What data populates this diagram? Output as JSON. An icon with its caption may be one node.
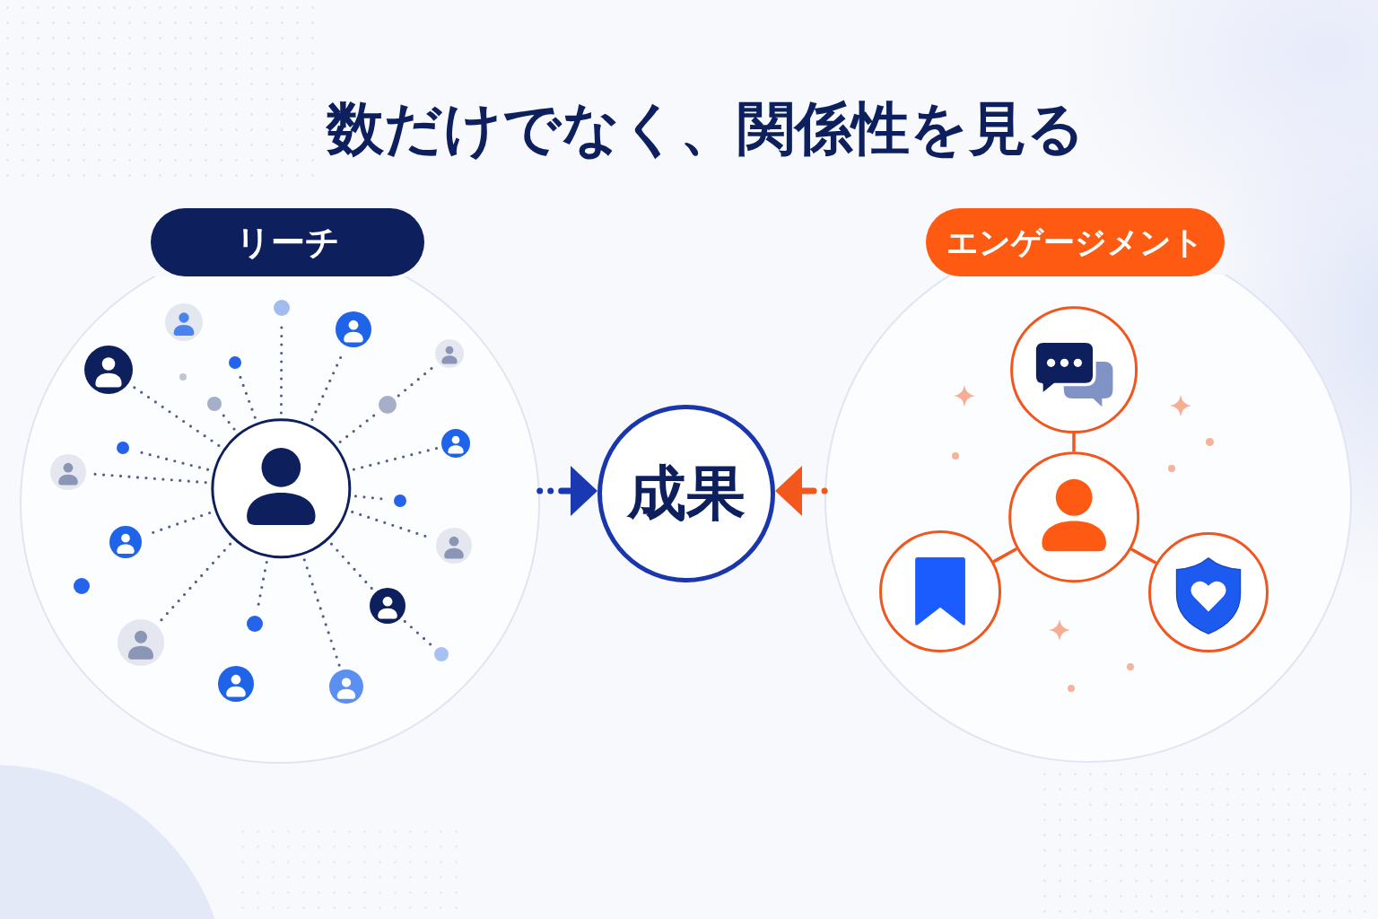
{
  "diagram": {
    "title": "数だけでなく、関係性を見る",
    "nodes": [
      {
        "text": [
          "リーチ"
        ]
      },
      {
        "text": [],
        "shape": "person",
        "in": 0
      },
      {
        "text": [],
        "shape": "circle",
        "in": 0
      },
      {
        "text": [],
        "shape": "person",
        "in": 0
      },
      {
        "text": [],
        "shape": "person",
        "in": 0
      },
      {
        "text": [],
        "shape": "person",
        "in": 0
      },
      {
        "text": [],
        "shape": "circle",
        "in": 0
      },
      {
        "text": [],
        "shape": "person",
        "in": 0
      },
      {
        "text": [],
        "shape": "circle",
        "in": 0
      },
      {
        "text": [],
        "shape": "circle",
        "in": 0
      },
      {
        "text": [],
        "shape": "circle",
        "in": 0
      },
      {
        "text": [],
        "shape": "person",
        "in": 0
      },
      {
        "text": [],
        "shape": "circle",
        "in": 0
      },
      {
        "text": [],
        "shape": "person",
        "in": 0
      },
      {
        "text": [],
        "shape": "circle",
        "in": 0
      },
      {
        "text": [],
        "shape": "person",
        "in": 0
      },
      {
        "text": [],
        "shape": "person",
        "in": 0
      },
      {
        "text": [],
        "shape": "circle",
        "in": 0
      },
      {
        "text": [],
        "shape": "person",
        "in": 0
      },
      {
        "text": [],
        "shape": "circle",
        "in": 0
      },
      {
        "text": [],
        "shape": "person",
        "in": 0
      },
      {
        "text": [],
        "shape": "circle",
        "in": 0
      },
      {
        "text": [],
        "shape": "person",
        "in": 0
      },
      {
        "text": [],
        "shape": "person",
        "in": 0
      },
      {
        "text": [
          "成果"
        ]
      },
      {
        "text": [
          "エンゲージメント"
        ]
      },
      {
        "text": [],
        "shape": "chat",
        "in": 25
      },
      {
        "text": [],
        "shape": "person",
        "in": 25
      },
      {
        "text": [],
        "shape": "bookmark",
        "in": 25
      },
      {
        "text": [],
        "shape": "shield",
        "in": 25
      }
    ],
    "edges": [
      {
        "from": 1,
        "to": 7,
        "arrow": "none",
        "style": "dashed"
      },
      {
        "from": 1,
        "to": 6,
        "arrow": "none",
        "style": "dashed"
      },
      {
        "from": 1,
        "to": 9,
        "arrow": "none",
        "style": "dashed"
      },
      {
        "from": 1,
        "to": 2,
        "arrow": "none",
        "style": "dashed"
      },
      {
        "from": 1,
        "to": 4,
        "arrow": "none",
        "style": "dashed"
      },
      {
        "from": 1,
        "to": 10,
        "arrow": "none",
        "style": "dashed"
      },
      {
        "from": 10,
        "to": 5,
        "arrow": "none",
        "style": "dashed"
      },
      {
        "from": 1,
        "to": 12,
        "arrow": "none",
        "style": "dashed"
      },
      {
        "from": 1,
        "to": 11,
        "arrow": "none",
        "style": "dashed"
      },
      {
        "from": 1,
        "to": 13,
        "arrow": "none",
        "style": "dashed"
      },
      {
        "from": 1,
        "to": 14,
        "arrow": "none",
        "style": "dashed"
      },
      {
        "from": 1,
        "to": 15,
        "arrow": "none",
        "style": "dashed"
      },
      {
        "from": 1,
        "to": 16,
        "arrow": "none",
        "style": "dashed"
      },
      {
        "from": 1,
        "to": 18,
        "arrow": "none",
        "style": "dashed"
      },
      {
        "from": 18,
        "to": 21,
        "arrow": "none",
        "style": "dashed"
      },
      {
        "from": 1,
        "to": 19,
        "arrow": "none",
        "style": "dashed"
      },
      {
        "from": 1,
        "to": 20,
        "arrow": "none",
        "style": "dashed"
      },
      {
        "from": 1,
        "to": 23,
        "arrow": "none",
        "style": "dashed"
      },
      {
        "from": 0,
        "to": 24,
        "arrow": "to",
        "style": "dashed",
        "color": "#1a38b2"
      },
      {
        "from": 25,
        "to": 24,
        "arrow": "to",
        "style": "dashed",
        "color": "#f4571b"
      },
      {
        "from": 27,
        "to": 26,
        "arrow": "none",
        "color": "#f0561e"
      },
      {
        "from": 27,
        "to": 28,
        "arrow": "none",
        "color": "#f0561e"
      },
      {
        "from": 27,
        "to": 29,
        "arrow": "none",
        "color": "#f0561e"
      }
    ]
  }
}
